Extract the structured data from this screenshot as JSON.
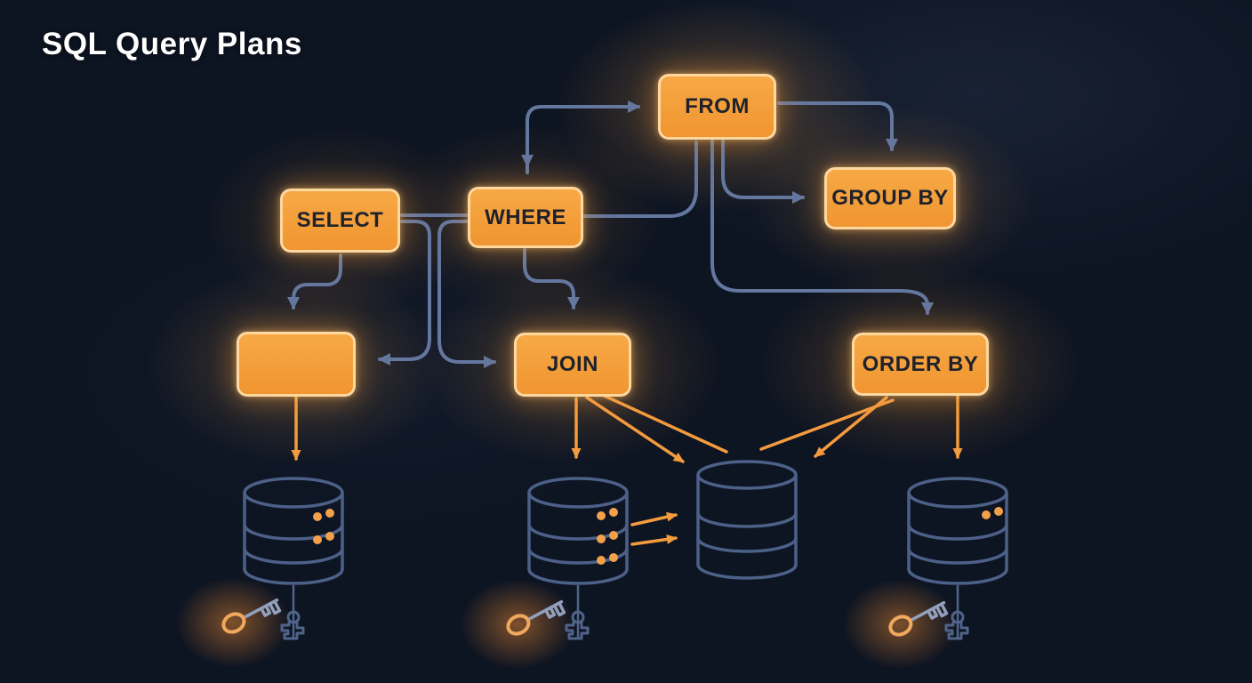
{
  "title": "SQL Query Plans",
  "colors": {
    "background": "#0d1422",
    "node_fill_top": "#f7a945",
    "node_fill_bottom": "#f09531",
    "node_border": "#ffd8a0",
    "node_text": "#1f222b",
    "arrow_slate": "#64779f",
    "arrow_orange": "#f49b3e",
    "database_outline": "#4c6088",
    "dot_orange": "#f3a04a",
    "title_text": "#ffffff"
  },
  "nodes": {
    "from": {
      "label": "FROM"
    },
    "select": {
      "label": "SELECT"
    },
    "where": {
      "label": "WHERE"
    },
    "group_by": {
      "label": "GROUP BY"
    },
    "join": {
      "label": "JOIN"
    },
    "order_by": {
      "label": "ORDER BY"
    },
    "unlabeled": {
      "label": ""
    }
  },
  "edges": [
    {
      "from": "elbow",
      "to": "FROM",
      "color": "slate",
      "arrowhead": true
    },
    {
      "from": "elbow",
      "to": "WHERE",
      "color": "slate",
      "arrowhead": true
    },
    {
      "from": "FROM",
      "to": "GROUP BY",
      "enters": "top",
      "color": "slate",
      "arrowhead": true
    },
    {
      "from": "FROM",
      "to": "GROUP BY",
      "enters": "left",
      "color": "slate",
      "arrowhead": true
    },
    {
      "from": "FROM",
      "to": "ORDER BY",
      "enters": "top",
      "color": "slate",
      "arrowhead": true
    },
    {
      "from": "WHERE",
      "to": "FROM",
      "enters": "bottom",
      "color": "slate",
      "arrowhead": false
    },
    {
      "from": "SELECT",
      "to": "WHERE",
      "color": "slate",
      "arrowhead": false
    },
    {
      "from": "SELECT",
      "to": "unlabeled",
      "enters": "right",
      "color": "slate",
      "arrowhead": true
    },
    {
      "from": "WHERE",
      "to": "JOIN",
      "enters": "left",
      "color": "slate",
      "arrowhead": true
    },
    {
      "from": "SELECT",
      "to": "unlabeled",
      "enters": "top",
      "color": "slate",
      "arrowhead": true
    },
    {
      "from": "WHERE",
      "to": "JOIN",
      "enters": "top",
      "color": "slate",
      "arrowhead": true
    },
    {
      "from": "unlabeled",
      "to": "database-left",
      "color": "orange",
      "arrowhead": true
    },
    {
      "from": "JOIN",
      "to": "database-middle",
      "color": "orange",
      "arrowhead": true
    },
    {
      "from": "JOIN",
      "to": "database-center",
      "color": "orange",
      "arrowhead": true
    },
    {
      "from": "JOIN",
      "to": "database-center",
      "color": "orange",
      "arrowhead": false
    },
    {
      "from": "ORDER BY",
      "to": "database-center",
      "color": "orange",
      "arrowhead": true
    },
    {
      "from": "ORDER BY",
      "to": "database-center",
      "color": "orange",
      "arrowhead": false
    },
    {
      "from": "ORDER BY",
      "to": "database-right",
      "color": "orange",
      "arrowhead": true
    },
    {
      "from": "database-middle",
      "to": "database-center",
      "color": "orange",
      "arrowhead": true,
      "count": 2
    }
  ],
  "databases": [
    {
      "name": "database-left",
      "orange_dot_pairs": 2
    },
    {
      "name": "database-middle",
      "orange_dot_pairs": 3
    },
    {
      "name": "database-center",
      "orange_dot_pairs": 0
    },
    {
      "name": "database-right",
      "orange_dot_pairs": 1
    }
  ],
  "key_pairs": [
    {
      "name": "key-pair-left",
      "icons": [
        "glowing-key-icon",
        "hanging-key-icon"
      ]
    },
    {
      "name": "key-pair-middle",
      "icons": [
        "glowing-key-icon",
        "hanging-key-icon"
      ]
    },
    {
      "name": "key-pair-right",
      "icons": [
        "glowing-key-icon",
        "hanging-key-icon"
      ]
    }
  ]
}
